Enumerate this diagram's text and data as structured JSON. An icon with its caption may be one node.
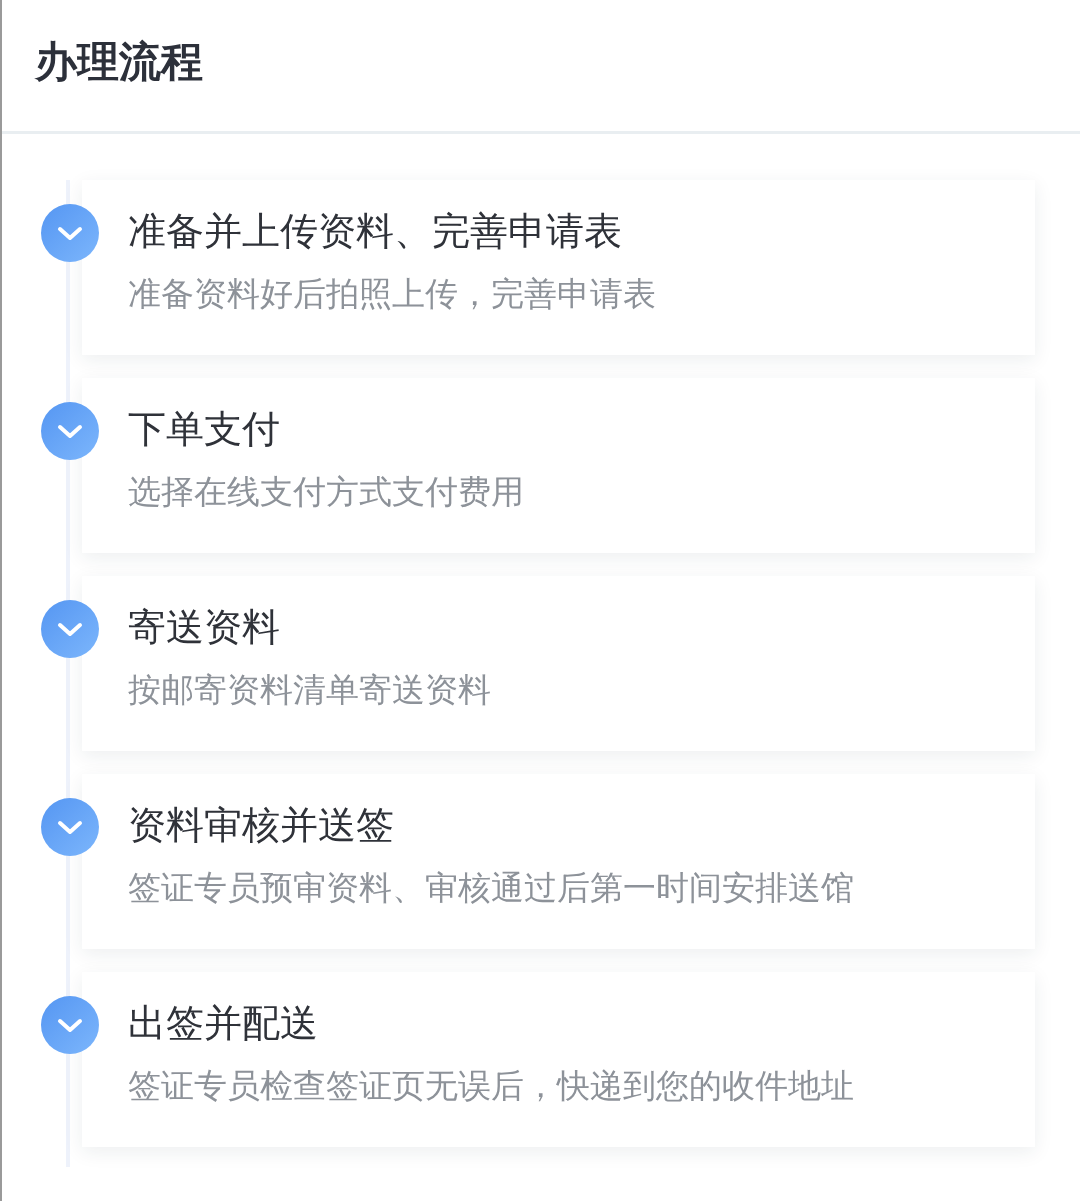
{
  "diagram": {
    "title": "办理流程",
    "nodes": [
      {
        "text": [
          "准备并上传资料、完善申请表",
          "准备资料好后拍照上传，完善申请表"
        ]
      },
      {
        "text": [
          "下单支付",
          "选择在线支付方式支付费用"
        ]
      },
      {
        "text": [
          "寄送资料",
          "按邮寄资料清单寄送资料"
        ]
      },
      {
        "text": [
          "资料审核并送签",
          "签证专员预审资料、审核通过后第一时间安排送馆"
        ]
      },
      {
        "text": [
          "出签并配送",
          "签证专员检查签证页无误后，快递到您的收件地址"
        ]
      }
    ]
  }
}
